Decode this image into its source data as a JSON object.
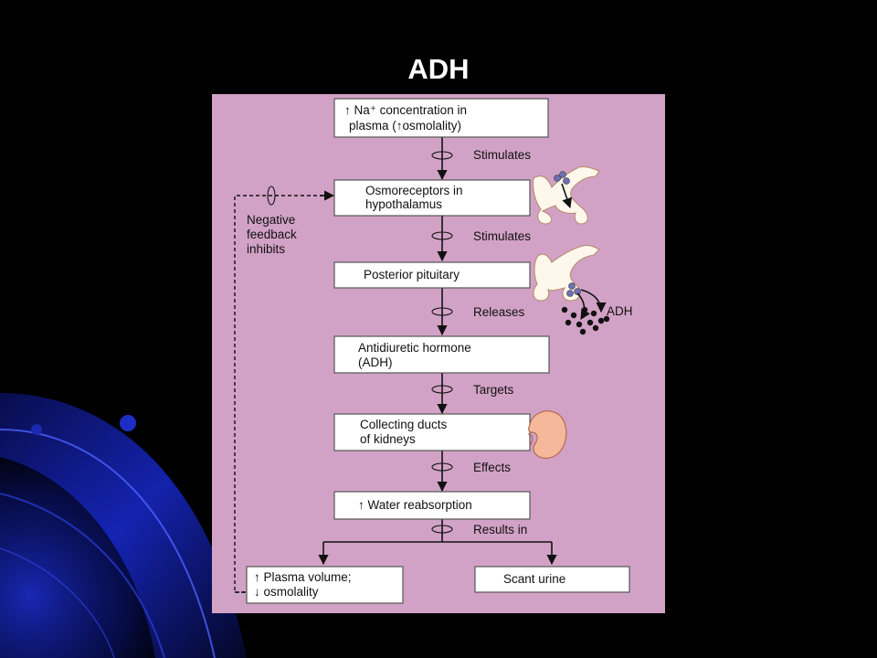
{
  "slide": {
    "title": "ADH"
  },
  "diagram": {
    "nodes": {
      "na": {
        "line1": "Na⁺ concentration in",
        "line2": "plasma (",
        "line2b": "osmolality)"
      },
      "osmo": {
        "line1": "Osmoreceptors in",
        "line2": "hypothalamus"
      },
      "pituitary": {
        "line1": "Posterior pituitary"
      },
      "adh": {
        "line1": "Antidiuretic hormone",
        "line2": "(ADH)"
      },
      "ducts": {
        "line1": "Collecting ducts",
        "line2": "of kidneys"
      },
      "water": {
        "line1": "Water reabsorption"
      },
      "plasma": {
        "line1": "Plasma volume;",
        "line2": "osmolality"
      },
      "urine": {
        "line1": "Scant urine"
      }
    },
    "edges": {
      "stimulates_1": "Stimulates",
      "stimulates_2": "Stimulates",
      "releases": "Releases",
      "targets": "Targets",
      "effects": "Effects",
      "results_in": "Results in"
    },
    "feedback": {
      "line1": "Negative",
      "line2": "feedback",
      "line3": "inhibits"
    },
    "adh_release_label": "ADH",
    "arrows": {
      "up": "↑",
      "down": "↓"
    }
  },
  "colors": {
    "panel": "#d2a2c6",
    "slide_background": "#000000",
    "accent_blue": "#1a2ad8"
  }
}
